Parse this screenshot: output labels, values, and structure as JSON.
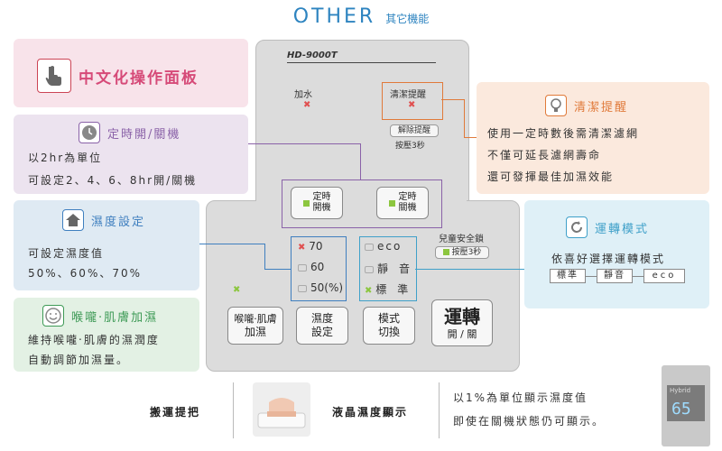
{
  "header": {
    "title_en": "OTHER",
    "title_zh": "其它機能"
  },
  "device": {
    "model": "HD-9000T",
    "humidify": "加水",
    "clean_reminder": "清潔提醒",
    "release_reminder": "解除提醒",
    "press_3s": "按壓3秒",
    "timer_on": "定時\n開機",
    "timer_on_l1": "定時",
    "timer_on_l2": "開機",
    "timer_off_l1": "定時",
    "timer_off_l2": "關機",
    "child_lock": "兒童安全鎖",
    "child_lock_press": "按壓3秒",
    "humidity_levels": [
      "70",
      "60",
      "50(%)"
    ],
    "modes": [
      "eco",
      "靜　音",
      "標　準"
    ],
    "btn_throat_l1": "喉嚨‧肌膚",
    "btn_throat_l2": "加濕",
    "btn_humidity_l1": "濕度",
    "btn_humidity_l2": "設定",
    "btn_mode_l1": "模式",
    "btn_mode_l2": "切換",
    "btn_run_l1": "運轉",
    "btn_run_l2": "開 / 關"
  },
  "features": {
    "chinese_panel": {
      "title": "中文化操作面板",
      "icon": "hand-pointer-icon"
    },
    "timer": {
      "title": "定時開/關機",
      "icon": "clock-icon",
      "lines": [
        "以2hr為單位",
        "可設定2、4、6、8hr開/關機"
      ]
    },
    "humidity": {
      "title": "濕度設定",
      "icon": "house-icon",
      "lines": [
        "可設定濕度值",
        "50%、60%、70%"
      ]
    },
    "throat": {
      "title": "喉嚨‧肌膚加濕",
      "icon": "smile-icon",
      "lines": [
        "維持喉嚨‧肌膚的濕潤度",
        "自動調節加濕量。"
      ]
    },
    "clean": {
      "title": "清潔提醒",
      "icon": "lightbulb-icon",
      "lines": [
        "使用一定時數後需清潔濾網",
        "不僅可延長濾網壽命",
        "還可發揮最佳加濕效能"
      ]
    },
    "mode": {
      "title": "運轉模式",
      "icon": "cycle-icon",
      "lines": [
        "依喜好選擇運轉模式"
      ],
      "options": [
        "標準",
        "靜音",
        "eco"
      ]
    }
  },
  "bottom": {
    "handle_label": "搬運提把",
    "lcd_label": "液晶濕度顯示",
    "lcd_lines": [
      "以1%為單位顯示濕度值",
      "即使在關機狀態仍可顯示。"
    ],
    "lcd_brand": "Hybrid",
    "lcd_value": "65"
  },
  "colors": {
    "accent": "#2e84c0",
    "pink": "#d64a78",
    "purple": "#8a62a8",
    "blue": "#3f7fbf",
    "green": "#3e9a56",
    "orange": "#e07a3a",
    "cyan": "#3fa0c9"
  }
}
